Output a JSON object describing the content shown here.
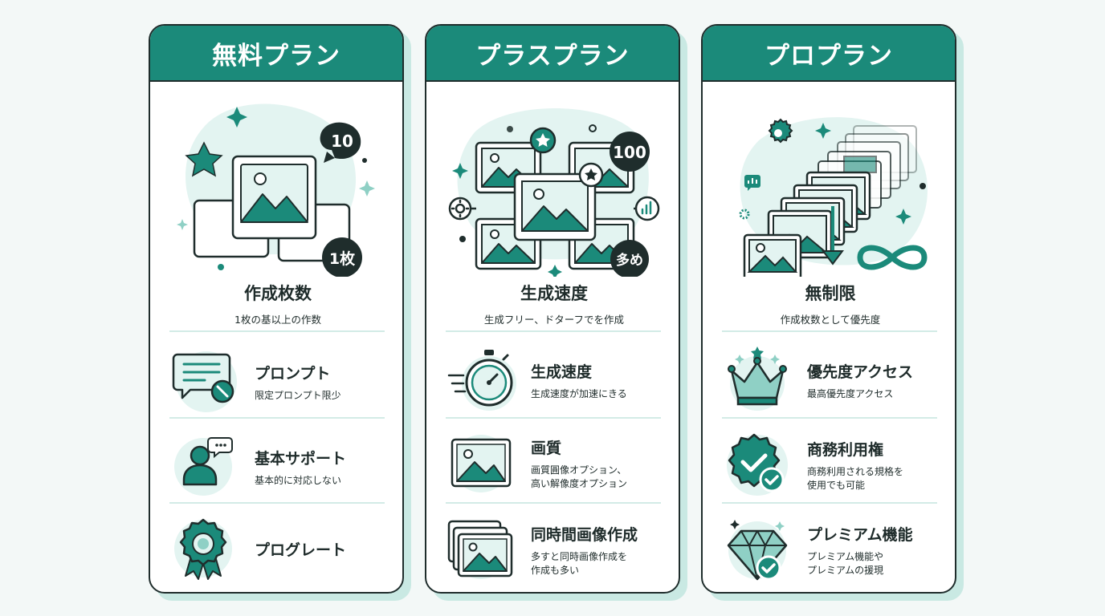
{
  "plans": [
    {
      "title": "無料プラン",
      "badges": [
        "10",
        "1枚"
      ],
      "hero_title": "作成枚数",
      "hero_subtitle": "1枚の基以上の作数",
      "features": [
        {
          "title": "プロンプト",
          "desc": "限定プロンプト限少"
        },
        {
          "title": "基本サポート",
          "desc": "基本的に対応しない"
        },
        {
          "title": "プログレート",
          "desc": ""
        }
      ]
    },
    {
      "title": "プラスプラン",
      "badges": [
        "100",
        "多め"
      ],
      "hero_title": "生成速度",
      "hero_subtitle": "生成フリー、ドターフでを作成",
      "features": [
        {
          "title": "生成速度",
          "desc": "生成速度が加速にきる"
        },
        {
          "title": "画質",
          "desc": "画質圓像オプション、\n高い解像度オプション"
        },
        {
          "title": "同時間画像作成",
          "desc": "多すと同時画像作成を\n作成も多い"
        }
      ]
    },
    {
      "title": "プロプラン",
      "badges": [],
      "hero_title": "無制限",
      "hero_subtitle": "作成枚数として優先度",
      "features": [
        {
          "title": "優先度アクセス",
          "desc": "最高優先度アクセス"
        },
        {
          "title": "商務利用権",
          "desc": "商務利用される規格を\n使用でも可能"
        },
        {
          "title": "プレミアム機能",
          "desc": "プレミアム機能や\nプレミアムの援現"
        }
      ]
    }
  ],
  "colors": {
    "accent": "#1b8a7a",
    "accent_light": "#e3f4f1",
    "outline": "#1f2d2c",
    "badge": "#1f2d2c"
  },
  "icons": {
    "free": [
      "image-stack-illustration",
      "speech-bubble-icon",
      "person-support-icon",
      "award-badge-icon"
    ],
    "plus": [
      "image-grid-illustration",
      "stopwatch-icon",
      "image-quality-icon",
      "image-stack-icon"
    ],
    "pro": [
      "infinite-image-stack-illustration",
      "crown-icon",
      "check-seal-icon",
      "diamond-check-icon"
    ]
  }
}
